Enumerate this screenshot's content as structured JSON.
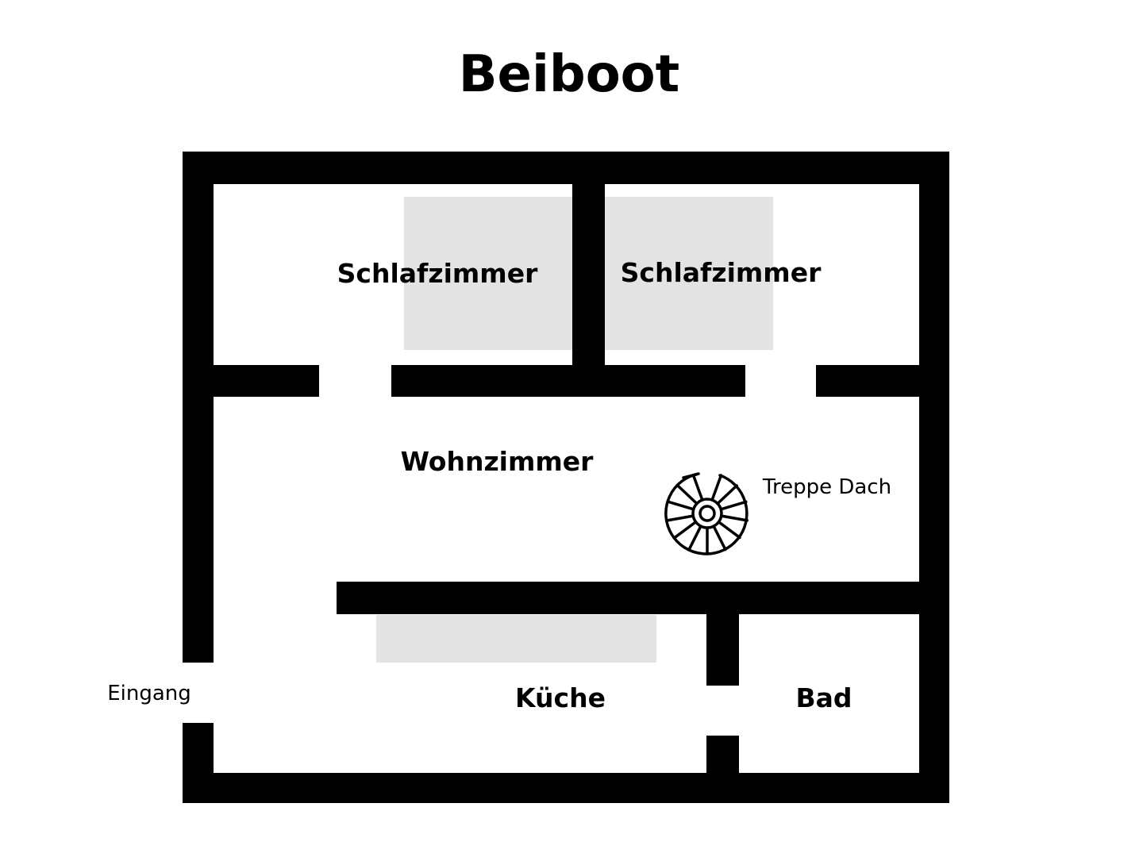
{
  "title": "Beiboot",
  "rooms": {
    "bedroom_left": "Schlafzimmer",
    "bedroom_right": "Schlafzimmer",
    "living_room": "Wohnzimmer",
    "kitchen": "Küche",
    "bathroom": "Bad"
  },
  "annotations": {
    "entrance": "Eingang",
    "roof_stairs": "Treppe Dach"
  },
  "colors": {
    "wall": "#000000",
    "furniture": "#e3e3e3",
    "background": "#ffffff"
  },
  "icons": {
    "stairs": "spiral-staircase-icon"
  }
}
